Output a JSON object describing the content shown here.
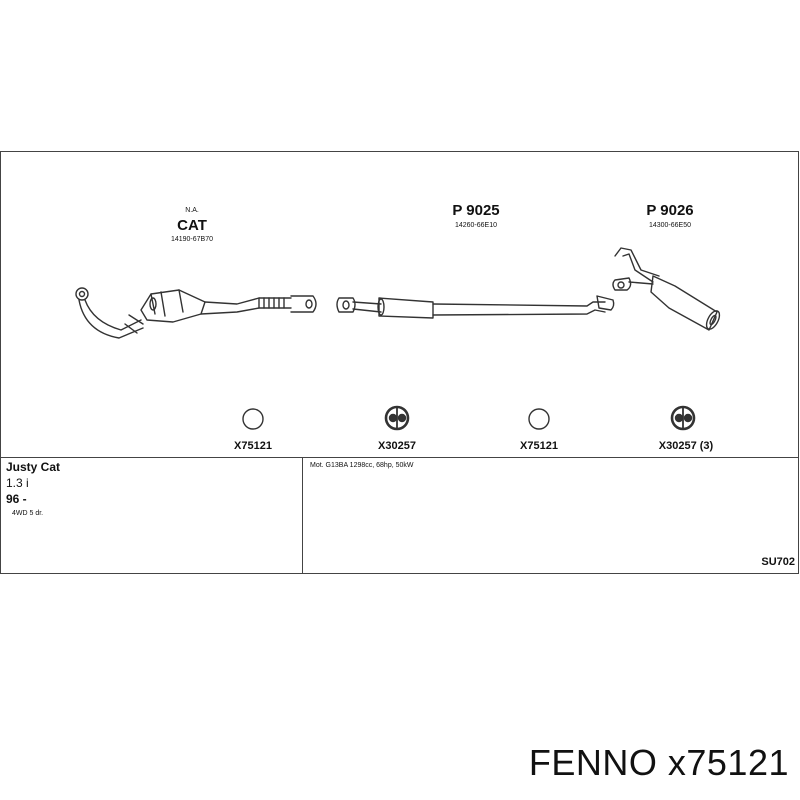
{
  "diagram": {
    "cat": {
      "note": "N.A.",
      "title": "CAT",
      "partno": "14190-67B70"
    },
    "p9025": {
      "title": "P 9025",
      "partno": "14260-66E10"
    },
    "p9026": {
      "title": "P 9026",
      "partno": "14300-66E50"
    },
    "mountings": [
      {
        "code": "X75121",
        "icon": "ring-gasket-icon"
      },
      {
        "code": "X30257",
        "icon": "rubber-hanger-icon"
      },
      {
        "code": "X75121",
        "icon": "ring-gasket-icon"
      },
      {
        "code": "X30257 (3)",
        "icon": "rubber-hanger-icon"
      }
    ]
  },
  "vehicle": {
    "model": "Justy Cat",
    "engine": "1.3 i",
    "year": "96 -",
    "body": "4WD 5 dr.",
    "motor": "Mot. G13BA 1298cc, 68hp, 50kW",
    "reference": "SU702"
  },
  "brand_caption": "FENNO x75121"
}
